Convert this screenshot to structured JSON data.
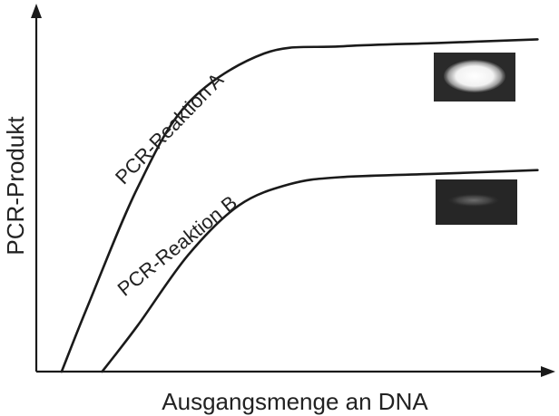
{
  "chart_data": {
    "type": "line",
    "xlabel": "Ausgangsmenge an DNA",
    "ylabel": "PCR-Produkt",
    "xlim": [
      0,
      1
    ],
    "ylim": [
      0,
      1
    ],
    "grid": false,
    "series": [
      {
        "name": "PCR-Reaktion A",
        "x": [
          0.05,
          0.1,
          0.2,
          0.3,
          0.45,
          0.6,
          0.8,
          0.99
        ],
        "y": [
          0.0,
          0.18,
          0.52,
          0.76,
          0.9,
          0.92,
          0.93,
          0.94
        ]
      },
      {
        "name": "PCR-Reaktion B",
        "x": [
          0.13,
          0.2,
          0.3,
          0.4,
          0.5,
          0.6,
          0.8,
          0.99
        ],
        "y": [
          0.0,
          0.13,
          0.33,
          0.47,
          0.53,
          0.55,
          0.56,
          0.57
        ]
      }
    ],
    "gel_bands": [
      {
        "series": "PCR-Reaktion A",
        "intensity": 1.0
      },
      {
        "series": "PCR-Reaktion B",
        "intensity": 0.3
      }
    ]
  }
}
